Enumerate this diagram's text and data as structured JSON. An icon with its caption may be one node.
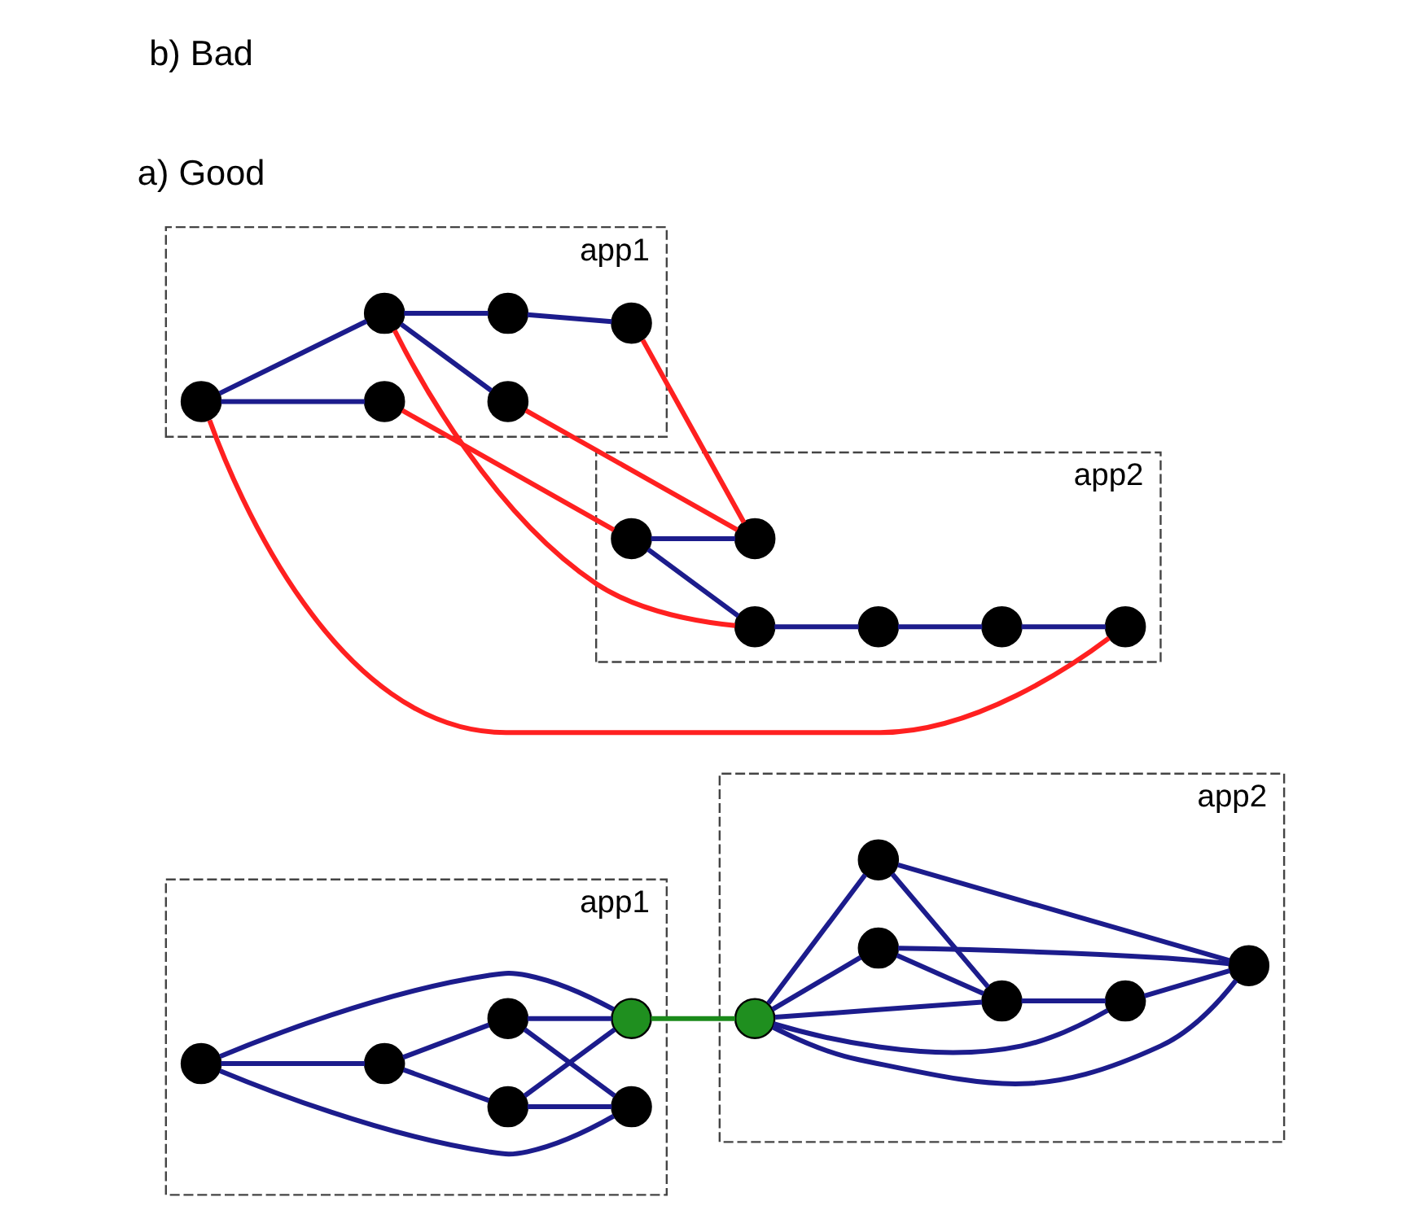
{
  "diagram": {
    "nodes": [
      {
        "text": [
          "app1"
        ]
      },
      {
        "text": [],
        "shape": "circle",
        "in": 0
      },
      {
        "text": [],
        "shape": "circle",
        "in": 0
      },
      {
        "text": [],
        "shape": "circle",
        "in": 0
      },
      {
        "text": [],
        "shape": "circle",
        "in": 0
      },
      {
        "text": [],
        "shape": "circle",
        "in": 0
      },
      {
        "text": [],
        "shape": "circle",
        "in": 0
      },
      {
        "text": [
          "app2"
        ]
      },
      {
        "text": [],
        "shape": "circle",
        "in": 7
      },
      {
        "text": [],
        "shape": "circle",
        "in": 7
      },
      {
        "text": [],
        "shape": "circle",
        "in": 7
      },
      {
        "text": [],
        "shape": "circle",
        "in": 7
      },
      {
        "text": [],
        "shape": "circle",
        "in": 7
      },
      {
        "text": [],
        "shape": "circle",
        "in": 7
      },
      {
        "text": [
          "app1"
        ]
      },
      {
        "text": [],
        "shape": "circle",
        "in": 14
      },
      {
        "text": [],
        "shape": "circle",
        "in": 14
      },
      {
        "text": [],
        "shape": "circle",
        "in": 14
      },
      {
        "text": [],
        "shape": "circle",
        "in": 14
      },
      {
        "text": [],
        "shape": "circle",
        "in": 14
      },
      {
        "text": [],
        "shape": "circle",
        "in": 14
      },
      {
        "text": [
          "app2"
        ]
      },
      {
        "text": [],
        "shape": "circle",
        "in": 21
      },
      {
        "text": [],
        "shape": "circle",
        "in": 21
      },
      {
        "text": [],
        "shape": "circle",
        "in": 21
      },
      {
        "text": [],
        "shape": "circle",
        "in": 21
      },
      {
        "text": [],
        "shape": "circle",
        "in": 21
      },
      {
        "text": [],
        "shape": "circle",
        "in": 21
      }
    ],
    "edges": [
      {
        "from": 1,
        "to": 2,
        "arrow": "none"
      },
      {
        "from": 1,
        "to": 5,
        "arrow": "none"
      },
      {
        "from": 1,
        "to": 6,
        "arrow": "none"
      },
      {
        "from": 2,
        "to": 3,
        "arrow": "none"
      },
      {
        "from": 2,
        "to": 4,
        "arrow": "none"
      },
      {
        "from": 4,
        "to": 6,
        "arrow": "none"
      },
      {
        "from": 4,
        "to": 5,
        "arrow": "none"
      },
      {
        "from": 3,
        "to": 5,
        "arrow": "none"
      },
      {
        "from": 3,
        "to": 6,
        "arrow": "none"
      },
      {
        "from": 6,
        "to": 8,
        "arrow": "none",
        "color": "#1a8a1a"
      },
      {
        "from": 8,
        "to": 9,
        "arrow": "none"
      },
      {
        "from": 8,
        "to": 10,
        "arrow": "none"
      },
      {
        "from": 8,
        "to": 11,
        "arrow": "none"
      },
      {
        "from": 8,
        "to": 13,
        "arrow": "none"
      },
      {
        "from": 8,
        "to": 12,
        "arrow": "none"
      },
      {
        "from": 9,
        "to": 10,
        "arrow": "none"
      },
      {
        "from": 9,
        "to": 13,
        "arrow": "none"
      },
      {
        "from": 12,
        "to": 13,
        "arrow": "none"
      },
      {
        "from": 12,
        "to": 10,
        "arrow": "none"
      },
      {
        "from": 13,
        "to": 11,
        "arrow": "none"
      },
      {
        "from": 11,
        "to": 10,
        "arrow": "none"
      },
      {
        "from": 15,
        "to": 16,
        "arrow": "none"
      },
      {
        "from": 15,
        "to": 17,
        "arrow": "none"
      },
      {
        "from": 17,
        "to": 18,
        "arrow": "none"
      },
      {
        "from": 17,
        "to": 19,
        "arrow": "none"
      },
      {
        "from": 19,
        "to": 20,
        "arrow": "none"
      },
      {
        "from": 16,
        "to": 22,
        "arrow": "none",
        "color": "#ff2020"
      },
      {
        "from": 15,
        "to": 27,
        "arrow": "none",
        "color": "#ff2020"
      },
      {
        "from": 17,
        "to": 23,
        "arrow": "none",
        "color": "#ff2020"
      },
      {
        "from": 18,
        "to": 25,
        "arrow": "none",
        "color": "#ff2020"
      },
      {
        "from": 20,
        "to": 25,
        "arrow": "none",
        "color": "#ff2020"
      },
      {
        "from": 22,
        "to": 23,
        "arrow": "none"
      },
      {
        "from": 22,
        "to": 25,
        "arrow": "none"
      },
      {
        "from": 23,
        "to": 26,
        "arrow": "none"
      },
      {
        "from": 26,
        "to": 24,
        "arrow": "none"
      },
      {
        "from": 24,
        "to": 27,
        "arrow": "none"
      }
    ],
    "labels": [
      "a) Good",
      "b) Bad"
    ]
  }
}
